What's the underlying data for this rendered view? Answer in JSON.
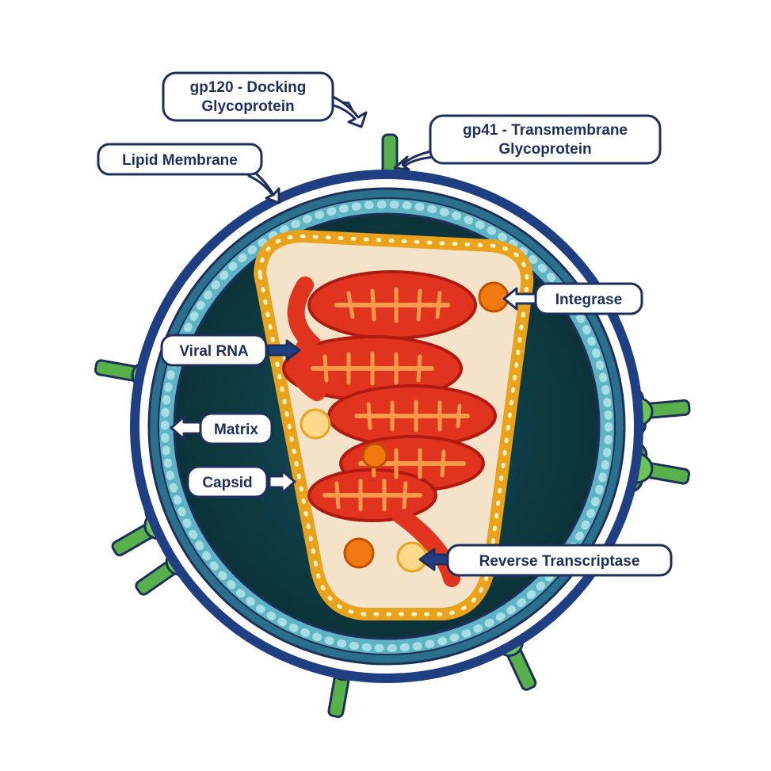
{
  "labels": {
    "gp120_line1": "gp120 - Docking",
    "gp120_line2": "Glycoprotein",
    "gp41_line1": "gp41 - Transmembrane",
    "gp41_line2": "Glycoprotein",
    "lipid_membrane": "Lipid Membrane",
    "integrase": "Integrase",
    "viral_rna": "Viral RNA",
    "matrix": "Matrix",
    "capsid": "Capsid",
    "reverse_transcriptase": "Reverse Transcriptase"
  },
  "colors": {
    "outline": "#1f2f5c",
    "membrane": "#1f3f82",
    "matrix": "#5fb4c4",
    "interior": "#0f3d44",
    "capsid": "#e8a21c",
    "capsid_fill": "#f4e3c8",
    "rna": "#e0341e",
    "rna_light": "#ff8a3a",
    "enzyme": "#f07a10",
    "enzyme_light": "#fbd88a",
    "spike": "#3f9a3a",
    "spike_light": "#7ccf5c"
  }
}
